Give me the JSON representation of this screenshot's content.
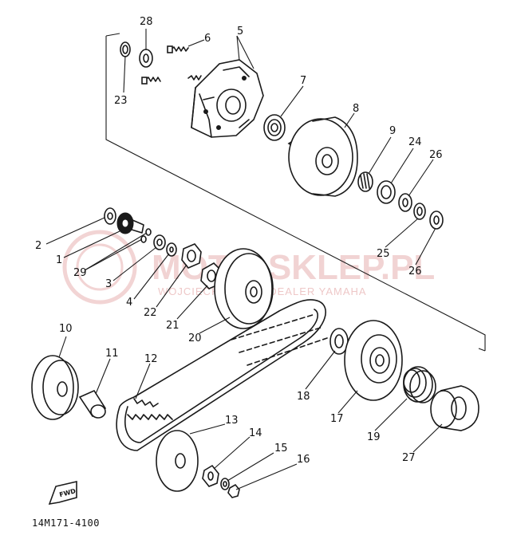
{
  "diagram": {
    "drawing_code": "14M171-4100",
    "fwd_label": "FWD",
    "watermark": {
      "brand": "MOTO-SKLEP.PL",
      "subtitle": "WOJCIECHOWICZ | DEALER YAMAHA"
    },
    "callouts": [
      "1",
      "2",
      "3",
      "4",
      "5",
      "6",
      "7",
      "8",
      "9",
      "10",
      "11",
      "12",
      "13",
      "14",
      "15",
      "16",
      "17",
      "18",
      "19",
      "20",
      "21",
      "22",
      "23",
      "24",
      "25",
      "26",
      "27",
      "28",
      "29"
    ]
  },
  "colors": {
    "ink": "#1a1a1a",
    "background": "#ffffff",
    "watermark": "#e7b0b0"
  }
}
